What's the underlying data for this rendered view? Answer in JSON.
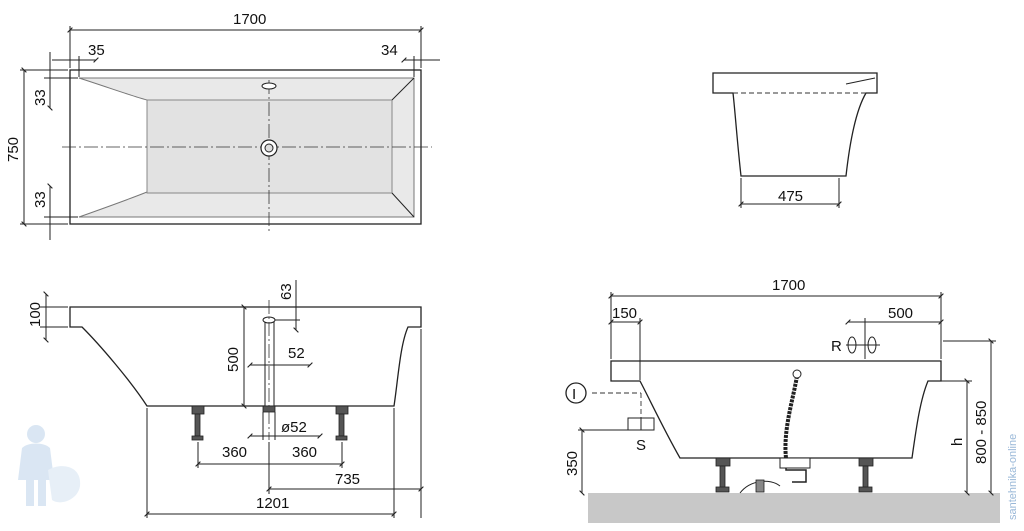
{
  "top_view": {
    "length": "1700",
    "width": "750",
    "rim_left": "35",
    "rim_right": "34",
    "rim_top": "33",
    "rim_bottom": "33"
  },
  "end_view": {
    "bottom_width": "475"
  },
  "side_view": {
    "rim_height": "100",
    "depth": "500",
    "overflow_offset": "63",
    "overflow_width": "52",
    "drain_diameter": "ø52",
    "foot_spacing_left": "360",
    "foot_spacing_right": "360",
    "drain_to_end": "735",
    "bottom_length": "1201"
  },
  "install_view": {
    "length": "1700",
    "left_offset": "150",
    "valve_offset": "500",
    "valve_label": "R",
    "inlet_label": "I",
    "siphon_label": "S",
    "floor_height": "350",
    "height_label": "h",
    "total_height": "800 - 850"
  },
  "watermark": "santehnika-online"
}
